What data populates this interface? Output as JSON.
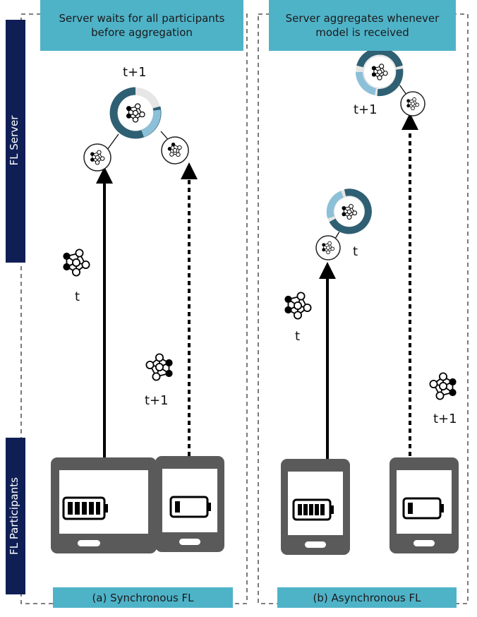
{
  "left_panel": {
    "caption_top": "Server waits for all participants before aggregation",
    "caption_top_line1": "Server waits for all participants",
    "caption_top_line2": "before aggregation",
    "caption_bottom": "(a) Synchronous FL",
    "labels": {
      "aggregated": "t+1",
      "model_a": "t",
      "model_b": "t+1"
    }
  },
  "right_panel": {
    "caption_top": "Server aggregates whenever model is received",
    "caption_top_line1": "Server aggregates whenever",
    "caption_top_line2": "model is received",
    "caption_bottom": "(b) Asynchronous FL",
    "labels": {
      "aggregated_top": "t+1",
      "aggregated_mid": "t",
      "model_a": "t",
      "model_b": "t+1"
    }
  },
  "side": {
    "server": "FL Server",
    "participants": "FL Participants"
  },
  "colors": {
    "caption_bg": "#4fb3c8",
    "side_bar": "#0f1f56",
    "phone": "#5a5a5a",
    "ring_dark": "#2f5f73",
    "ring_light": "#8cc0d8"
  },
  "devices": [
    {
      "panel": "a",
      "battery": "full"
    },
    {
      "panel": "a",
      "battery": "low"
    },
    {
      "panel": "b",
      "battery": "full"
    },
    {
      "panel": "b",
      "battery": "low"
    }
  ]
}
